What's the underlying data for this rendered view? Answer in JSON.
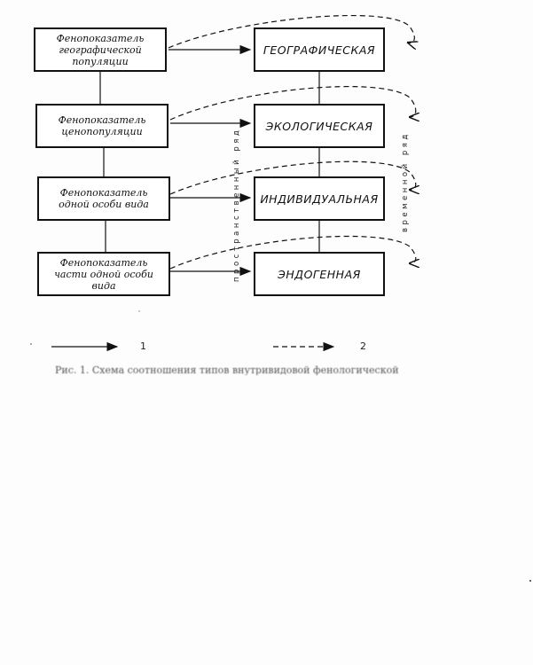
{
  "left_boxes": [
    {
      "text": "Фенопоказатель географической популяции"
    },
    {
      "text": "Фенопоказатель ценопопуляции"
    },
    {
      "text": "Фенопоказатель одной особи вида"
    },
    {
      "text": "Фенопоказатель части одной особи вида"
    }
  ],
  "right_boxes": [
    {
      "text": "ГЕОГРАФИЧЕСКАЯ"
    },
    {
      "text": "ЭКОЛОГИЧЕСКАЯ"
    },
    {
      "text": "ИНДИВИДУАЛЬНАЯ"
    },
    {
      "text": "ЭНДОГЕННАЯ"
    }
  ],
  "series_labels": {
    "spatial": "пространственный ряд",
    "temporal": "временной ряд"
  },
  "legend": {
    "solid_label": "1",
    "dashed_label": "2"
  },
  "caption": "Рис. 1. Схема соотношения типов внутривидовой фенологической"
}
